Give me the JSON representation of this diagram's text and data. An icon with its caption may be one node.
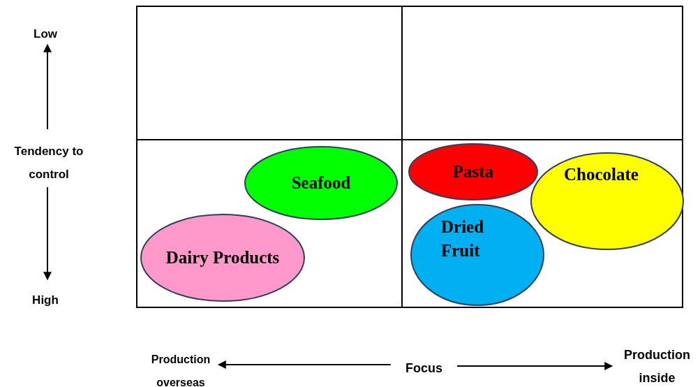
{
  "diagram": {
    "nodes": [
      {
        "text": [
          "Seafood"
        ]
      },
      {
        "text": [
          "Pasta"
        ]
      },
      {
        "text": [
          "Chocolate"
        ]
      },
      {
        "text": [
          "Dairy Products"
        ]
      },
      {
        "text": [
          "Dried Fruit"
        ]
      }
    ],
    "edges": [],
    "labels": [
      "Low",
      "Tendency to control",
      "High",
      "Production overseas",
      "Focus",
      "Production inside"
    ]
  }
}
